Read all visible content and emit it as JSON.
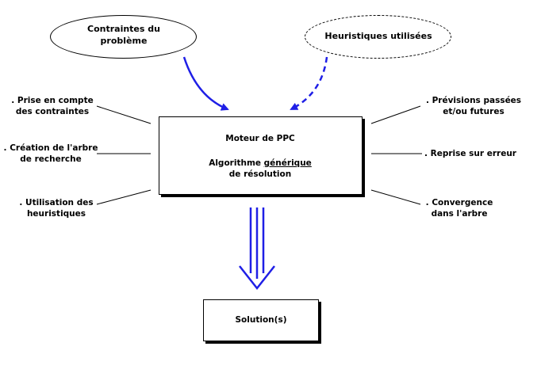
{
  "inputs": {
    "constraints": {
      "line1": "Contraintes du",
      "line2": "problème"
    },
    "heuristics": {
      "label": "Heuristiques utilisées"
    }
  },
  "engine": {
    "title": "Moteur de PPC",
    "algo_prefix": "Algorithme ",
    "algo_underlined": "générique",
    "algo_line2": "de résolution"
  },
  "left_notes": [
    {
      "line1": ". Prise en compte",
      "line2": "des contraintes"
    },
    {
      "line1": ". Création de l'arbre",
      "line2": "de recherche"
    },
    {
      "line1": ". Utilisation des",
      "line2": "heuristiques"
    }
  ],
  "right_notes": [
    {
      "line1": ". Prévisions passées",
      "line2": "et/ou futures"
    },
    {
      "line1": ". Reprise sur erreur",
      "line2": ""
    },
    {
      "line1": ". Convergence",
      "line2": "dans l'arbre"
    }
  ],
  "output": {
    "label": "Solution(s)"
  },
  "colors": {
    "arrow": "#1f1fe6",
    "ink": "#000000"
  }
}
